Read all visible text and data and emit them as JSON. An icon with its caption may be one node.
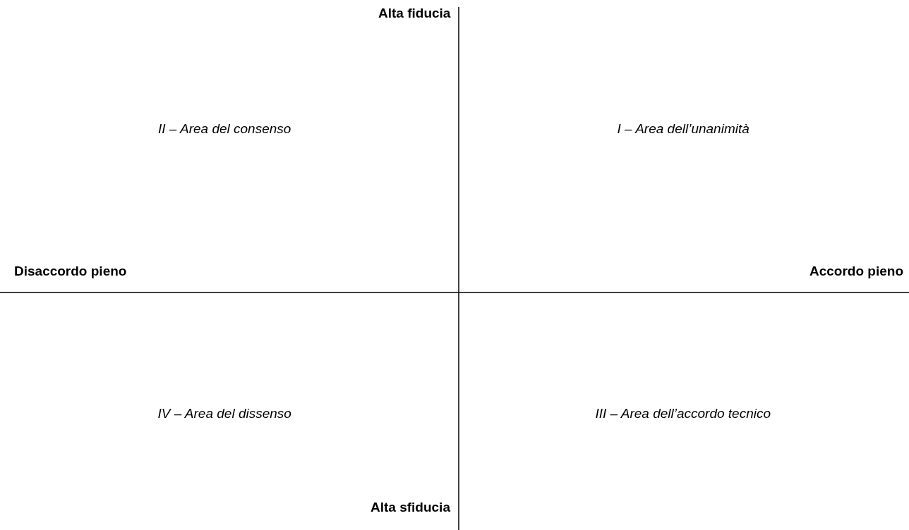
{
  "diagram": {
    "labels": [
      "Alta fiducia",
      "II – Area del consenso",
      "I – Area dell’unanimità",
      "Disaccordo pieno",
      "Accordo pieno",
      "IV – Area del dissenso",
      "III – Area dell’accordo tecnico",
      "Alta sfiducia"
    ]
  }
}
